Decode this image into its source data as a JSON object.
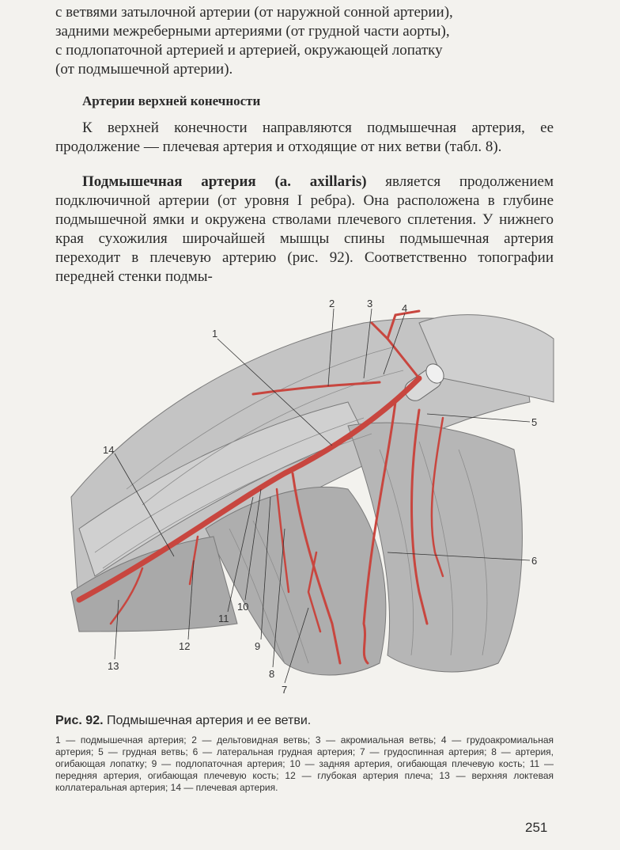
{
  "text": {
    "p1_lines": [
      "с ветвями затылочной артерии (от наружной сонной артерии),",
      "задними межреберными артериями (от грудной части аорты),",
      "с подлопаточной артерией и артерией, окружающей лопатку",
      "(от подмышечной артерии)."
    ],
    "heading": "Артерии верхней конечности",
    "p2": "К верхней конечности направляются подмышечная артерия, ее продолжение — плечевая артерия и отходящие от них ветви (табл. 8).",
    "p3_term": "Подмышечная артерия (a. axillaris)",
    "p3_rest": " является продолжением подключичной артерии (от уровня I ребра). Она расположена в глубине подмышечной ямки и окружена стволами плечевого сплетения. У нижнего края сухожилия широчайшей мышцы спины подмышечная артерия переходит в плечевую артерию (рис. 92). Соответственно топографии передней стенки подмы-"
  },
  "figure": {
    "labels": [
      "1",
      "2",
      "3",
      "4",
      "5",
      "6",
      "7",
      "8",
      "9",
      "10",
      "11",
      "12",
      "13",
      "14"
    ]
  },
  "caption": {
    "prefix": "Рис. 92.",
    "title": " Подмышечная артерия и ее ветви.",
    "body": "1 — подмышечная артерия; 2 — дельтовидная ветвь; 3 — акромиальная ветвь; 4 — грудоакромиальная артерия; 5 — грудная ветвь; 6 — латеральная грудная артерия; 7 — грудоспинная артерия; 8 — артерия, огибающая лопатку; 9 — подлопаточная артерия; 10 — задняя артерия, огибающая плечевую кость; 11 — передняя артерия, огибающая плечевую кость; 12 — глубокая артерия плеча; 13 — верхняя локтевая коллатеральная артерия; 14 — плечевая артерия."
  },
  "page_number": "251",
  "colors": {
    "artery": "#c8463f",
    "muscle": "#b9b9b9"
  }
}
